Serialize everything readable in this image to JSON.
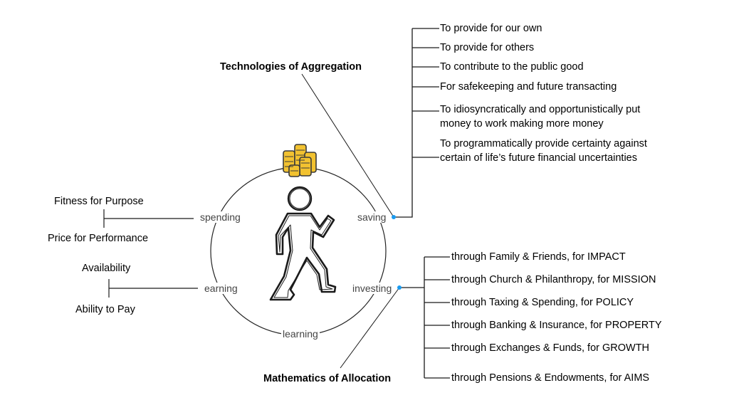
{
  "diagram": {
    "headings": {
      "aggregation": "Technologies of Aggregation",
      "allocation": "Mathematics of Allocation"
    },
    "cycle": {
      "spending": "spending",
      "saving": "saving",
      "earning": "earning",
      "investing": "investing",
      "learning": "learning"
    },
    "icons": {
      "coins": "coin-stack-icon",
      "person": "walking-person-icon"
    },
    "spending_branch": [
      "Fitness for Purpose",
      "Price for Performance"
    ],
    "earning_branch": [
      "Availability",
      "Ability to Pay"
    ],
    "saving_branch": [
      "To provide for our own",
      "To provide for others",
      "To contribute to the public good",
      "For safekeeping and future transacting",
      "To idiosyncratically and opportunistically put money to work making more money",
      "To programmatically provide certainty against certain of life’s future financial uncertainties"
    ],
    "investing_branch": [
      "through Family & Friends, for IMPACT",
      "through Church & Philanthropy, for MISSION",
      "through Taxing & Spending, for POLICY",
      "through Banking & Insurance, for PROPERTY",
      "through Exchanges & Funds, for GROWTH",
      "through Pensions & Endowments, for AIMS"
    ],
    "colors": {
      "connector_dot": "#1a9bf0",
      "coin_fill": "#f2c230",
      "coin_stroke": "#3a3a3a",
      "line": "#1a1a1a"
    }
  }
}
